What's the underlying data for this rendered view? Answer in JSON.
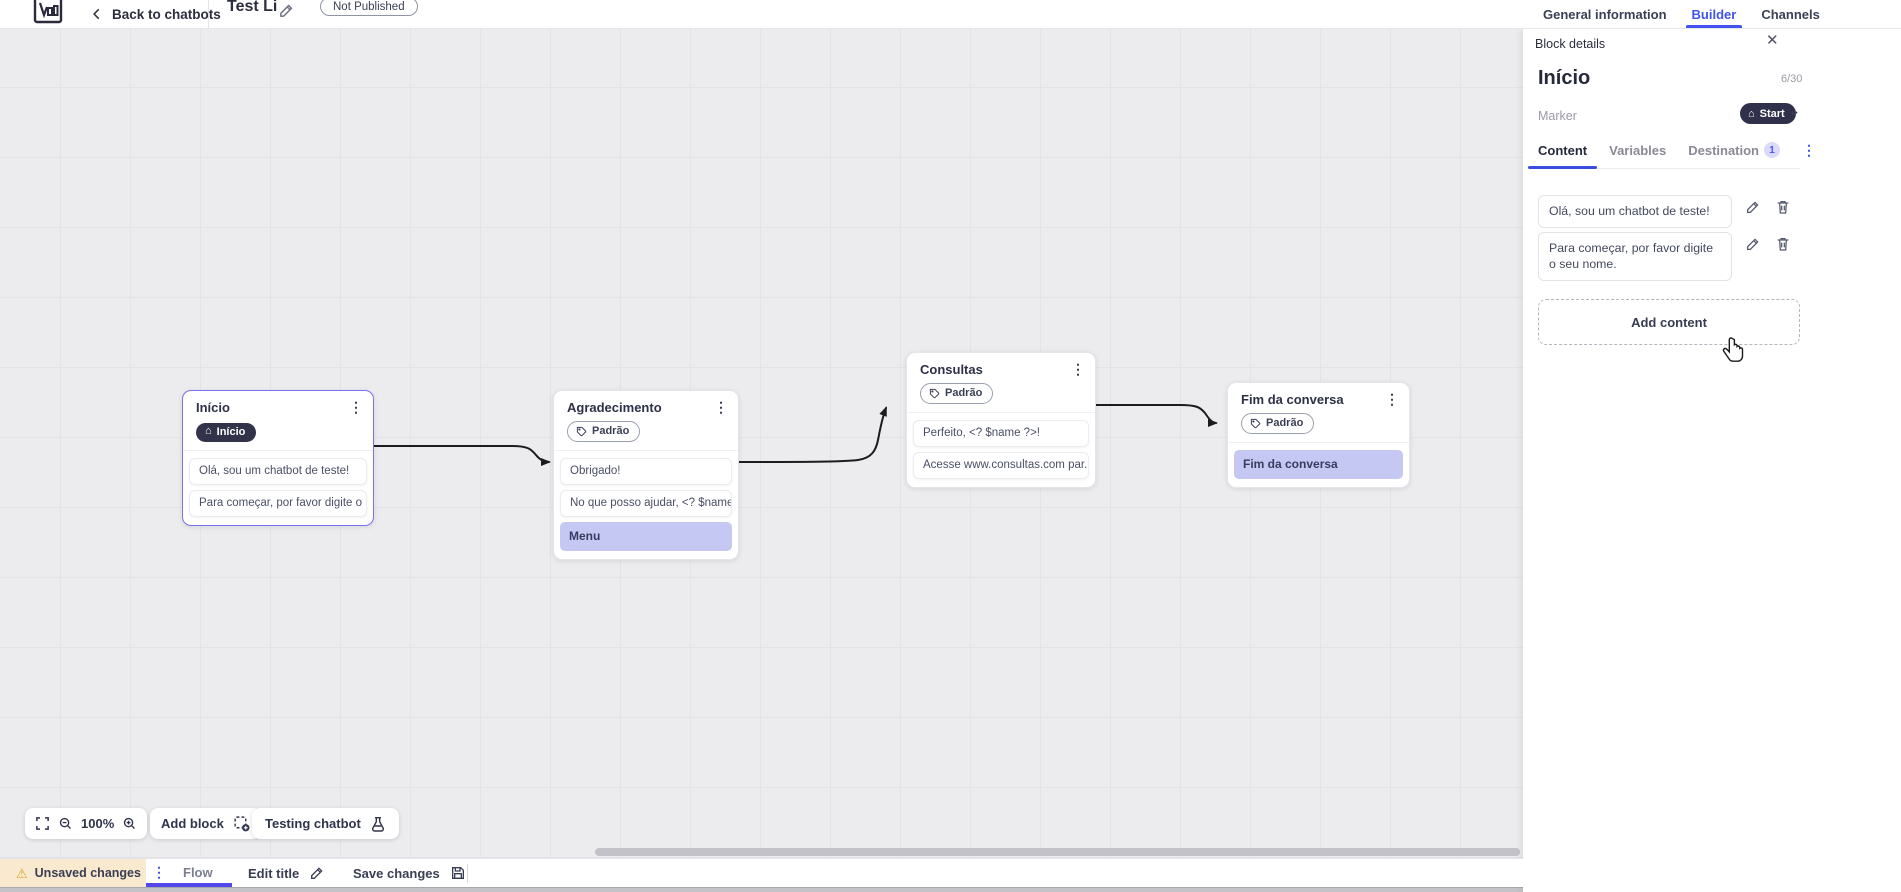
{
  "icons": {
    "back": "‹",
    "close": "✕",
    "kebab": "⋮",
    "chevron_down": "⌄",
    "warning": "⚠",
    "home": "⌂"
  },
  "top_bar": {
    "back_label": "Back to chatbots",
    "title": "Test Li",
    "status_badge": "Not Published",
    "tabs": [
      {
        "label": "General information"
      },
      {
        "label": "Builder"
      },
      {
        "label": "Channels"
      }
    ]
  },
  "panel": {
    "header": "Block details",
    "block_name": "Início",
    "counter": "6/30",
    "marker_label": "Marker",
    "marker_value": "Start",
    "tabs": [
      {
        "label": "Content"
      },
      {
        "label": "Variables"
      },
      {
        "label": "Destination",
        "badge": "1"
      }
    ],
    "contents": [
      "Olá, sou um chatbot de teste!",
      "Para começar, por favor digite o seu nome."
    ],
    "add_content_label": "Add content"
  },
  "canvas": {
    "zoom_level": "100%",
    "add_block_label": "Add block",
    "testing_label": "Testing chatbot",
    "blocks": [
      {
        "title": "Início",
        "start_badge": "Início",
        "messages": [
          "Olá, sou um chatbot de teste!",
          "Para começar, por favor digite o ..."
        ]
      },
      {
        "title": "Agradecimento",
        "tag": "Padrão",
        "messages": [
          "Obrigado!",
          "No que posso ajudar, <? $name ..."
        ],
        "buttons": [
          "Menu"
        ]
      },
      {
        "title": "Consultas",
        "tag": "Padrão",
        "messages": [
          "Perfeito, <? $name ?>!",
          "Acesse www.consultas.com par..."
        ]
      },
      {
        "title": "Fim da conversa",
        "tag": "Padrão",
        "buttons": [
          "Fim da conversa"
        ]
      }
    ]
  },
  "bottom_bar": {
    "unsaved_label": "Unsaved changes",
    "flow_label": "Flow",
    "edit_title_label": "Edit title",
    "save_label": "Save changes"
  },
  "colors": {
    "accent_blue": "#4053ee",
    "accent_purple": "#5447ea",
    "selection_purple": "#7b72f2",
    "dark_pill": "#32324a",
    "lavender_button": "#c5c8f3",
    "warning_bg": "#f8e9cf",
    "warning_icon": "#dba321",
    "wire": "#1c1c1e"
  }
}
